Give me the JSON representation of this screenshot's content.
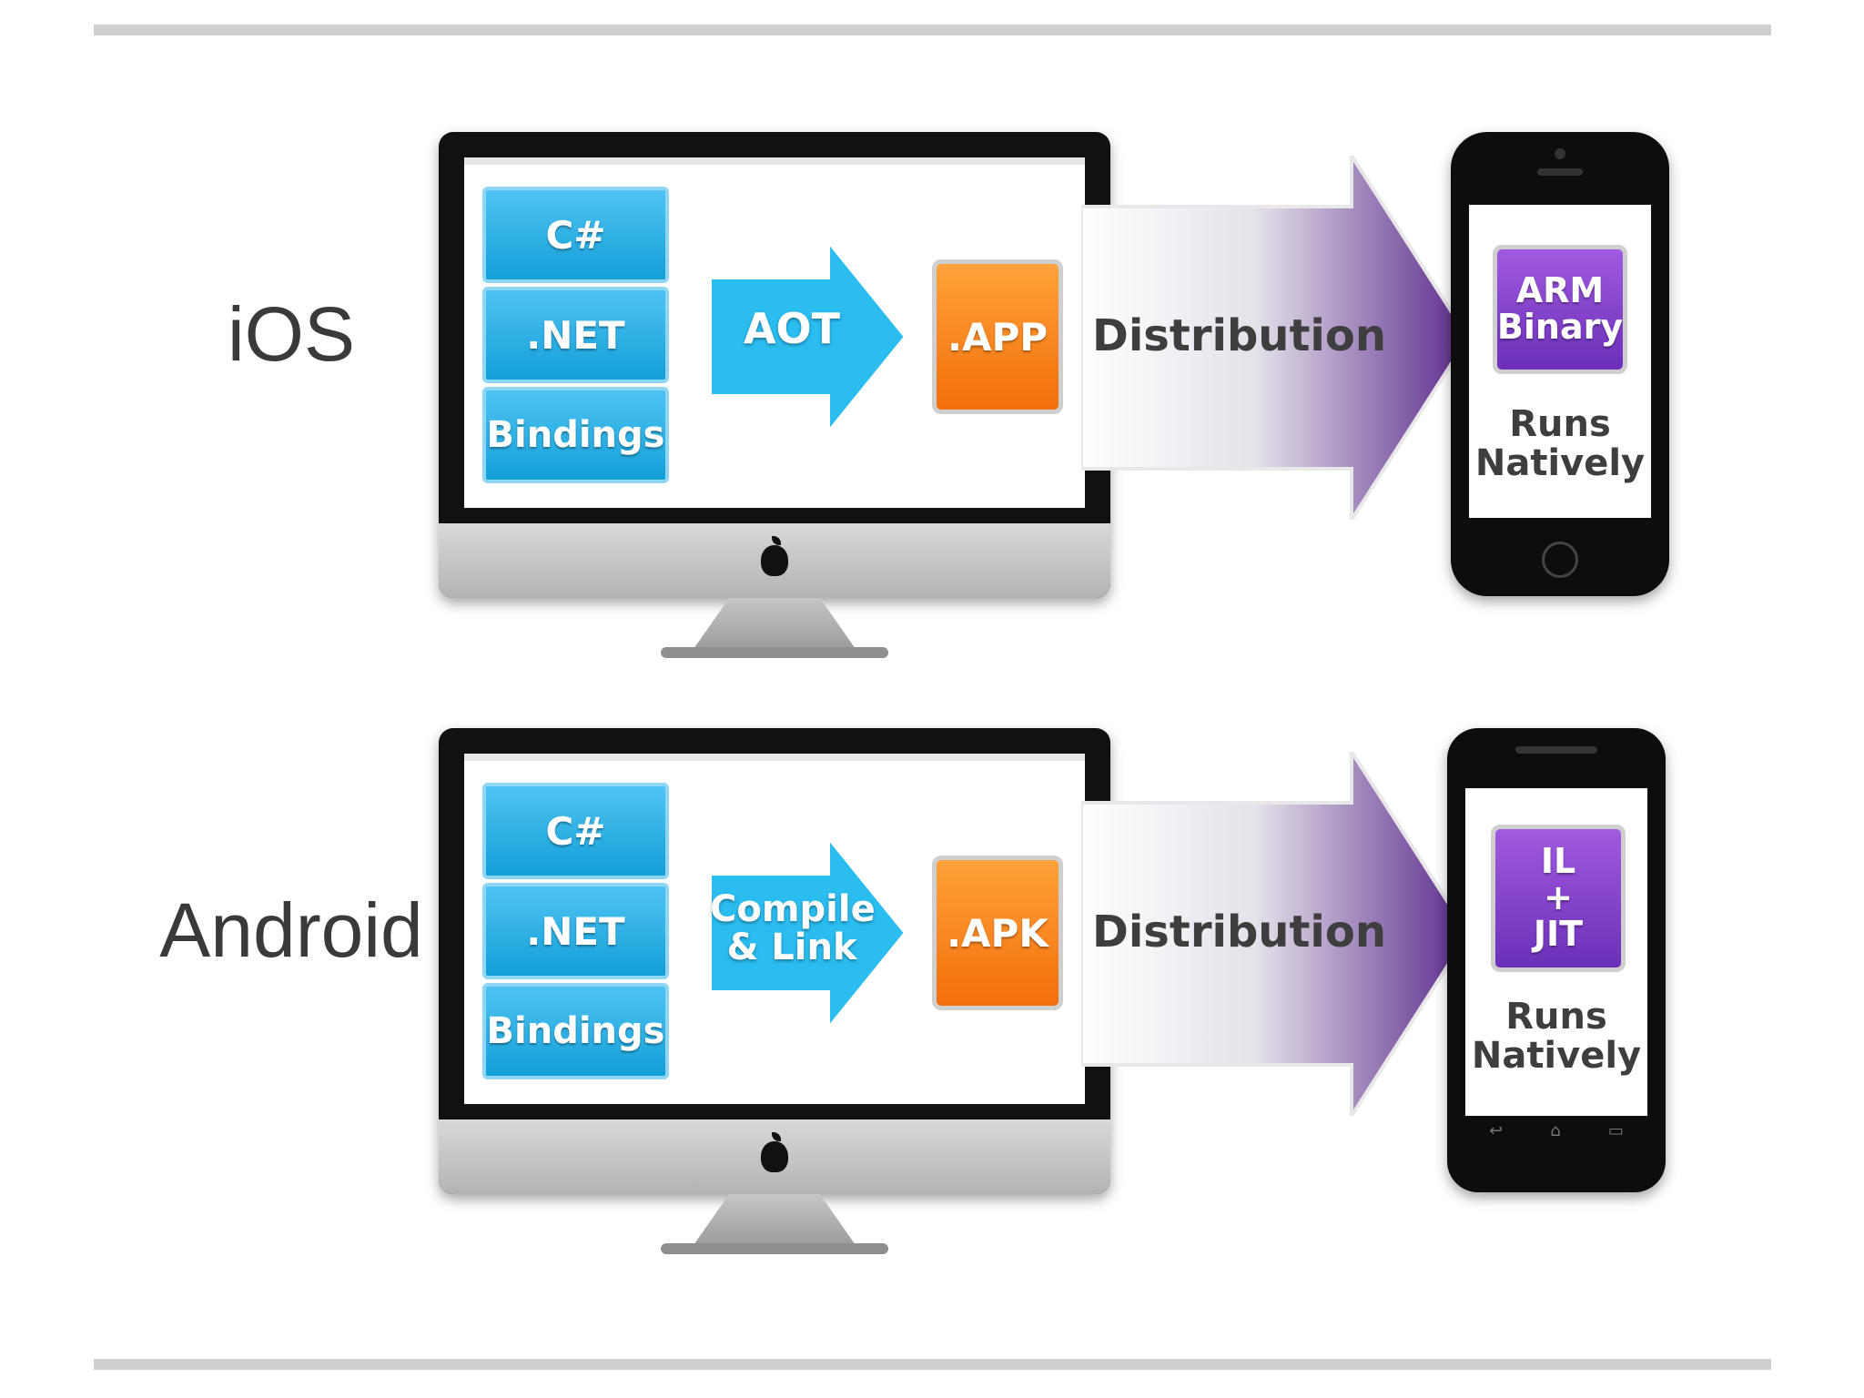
{
  "rows": [
    {
      "platform": "iOS",
      "stack": [
        "C#",
        ".NET",
        "Bindings"
      ],
      "compile_step": [
        "AOT"
      ],
      "package": ".APP",
      "distribution": "Distribution",
      "device_output": [
        "ARM",
        "Binary"
      ],
      "runs": [
        "Runs",
        "Natively"
      ]
    },
    {
      "platform": "Android",
      "stack": [
        "C#",
        ".NET",
        "Bindings"
      ],
      "compile_step": [
        "Compile",
        "& Link"
      ],
      "package": ".APK",
      "distribution": "Distribution",
      "device_output": [
        "IL",
        "+",
        "JIT"
      ],
      "runs": [
        "Runs",
        "Natively"
      ]
    }
  ],
  "colors": {
    "stack_blue": "#1fa9e1",
    "arrow_blue": "#2bbcf0",
    "package_orange": "#f7841b",
    "output_purple": "#8a44cf",
    "distribution_arrow_end": "#5b2a8c"
  }
}
